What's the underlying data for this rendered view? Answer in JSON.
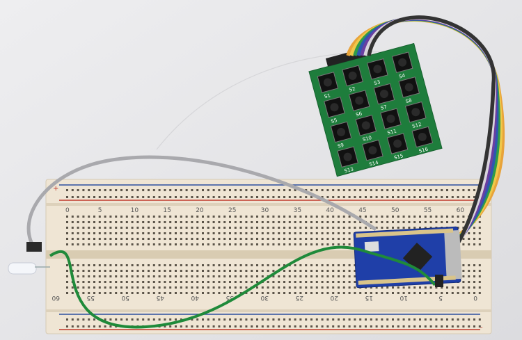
{
  "scene": {
    "description_colors": {
      "background": "#e6e6e8",
      "breadboard": "#efe5d4",
      "keypad_pcb": "#1e7d3c",
      "arduino_pcb": "#1f3fa8",
      "rail_red": "#c0392b",
      "rail_blue": "#2c4f9e",
      "wire_gray": "#a9a9ad",
      "wire_green": "#1f8a3a"
    },
    "breadboard": {
      "top_numbers": [
        "0",
        "5",
        "10",
        "15",
        "20",
        "25",
        "30",
        "35",
        "40",
        "45",
        "50",
        "55",
        "60"
      ],
      "bottom_numbers": [
        "60",
        "55",
        "50",
        "45",
        "40",
        "35",
        "30",
        "25",
        "20",
        "15",
        "10",
        "5",
        "0"
      ],
      "rail_marks": [
        "+",
        "-"
      ]
    },
    "keypad": {
      "keys": [
        "S1",
        "S2",
        "S3",
        "S4",
        "S5",
        "S6",
        "S7",
        "S8",
        "S9",
        "S10",
        "S11",
        "S12",
        "S13",
        "S14",
        "S15",
        "S16"
      ]
    },
    "ribbon_colors": [
      "#e8a33a",
      "#f0c84a",
      "#2f9b4a",
      "#2f56b0",
      "#6a3fa0",
      "#d9d4dc",
      "#333333"
    ]
  }
}
